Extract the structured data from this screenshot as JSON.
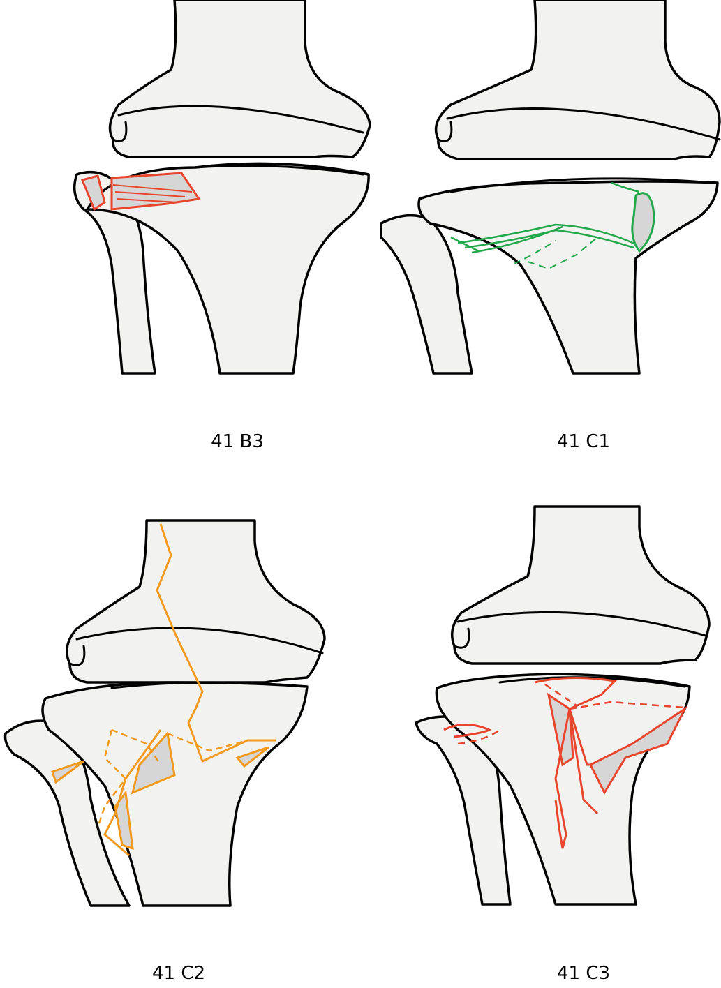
{
  "panels": [
    {
      "label": "41 B3",
      "color": "#e8452c"
    },
    {
      "label": "41 C1",
      "color": "#22a84a"
    },
    {
      "label": "41 C2",
      "color": "#f39a1e"
    },
    {
      "label": "41 C3",
      "color": "#e8452c"
    }
  ],
  "colors": {
    "bone_fill": "#f2f2f0",
    "fragment_fill": "#d6d6d6",
    "outline": "#000000"
  }
}
